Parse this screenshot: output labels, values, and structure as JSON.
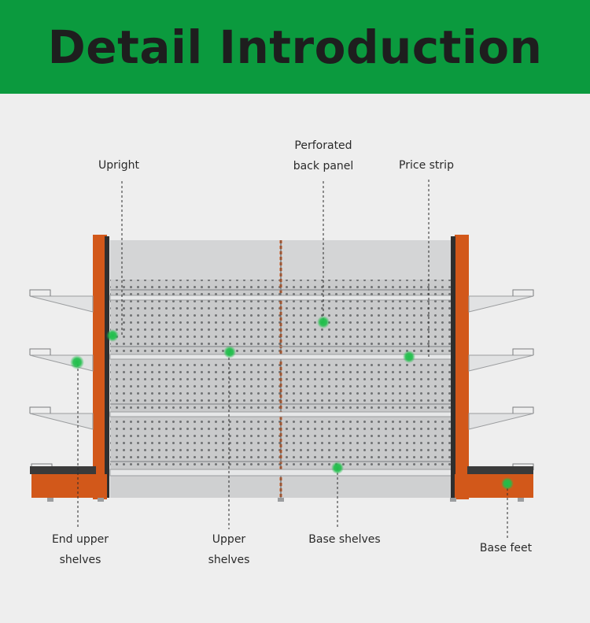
{
  "header": {
    "title": "Detail Introduction"
  },
  "labels": {
    "upright": "Upright",
    "perforated_line1": "Perforated",
    "perforated_line2": "back panel",
    "price_strip": "Price strip",
    "end_upper_line1": "End upper",
    "end_upper_line2": "shelves",
    "upper_line1": "Upper",
    "upper_line2": "shelves",
    "base_shelves": "Base shelves",
    "base_feet": "Base feet"
  },
  "colors": {
    "banner": "#0b9a3e",
    "accent_orange": "#d2581a",
    "marker_green": "#1fbf4a"
  }
}
